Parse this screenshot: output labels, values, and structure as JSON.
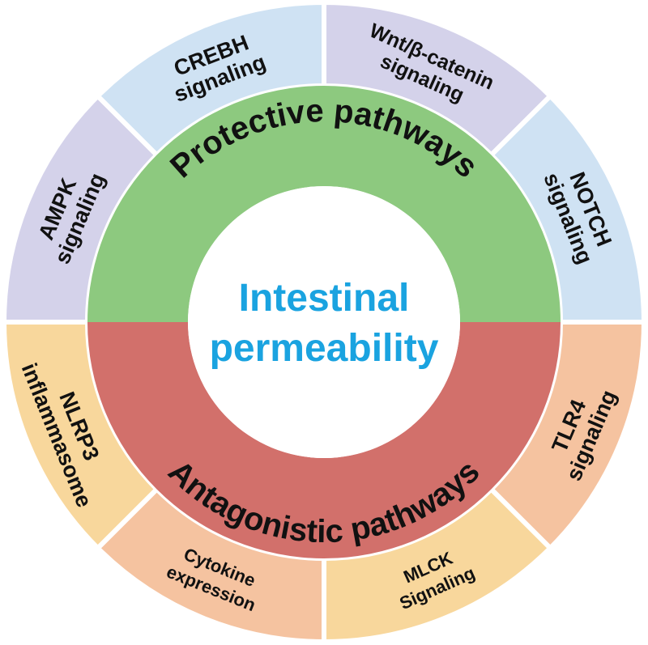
{
  "center": {
    "line1": "Intestinal",
    "line2": "permeability",
    "color": "#1aa3e0"
  },
  "rings": {
    "protective": {
      "label": "Protective pathways",
      "color": "#8dc97f"
    },
    "antagonistic": {
      "label": "Antagonistic pathways",
      "color": "#d2706b"
    }
  },
  "segments": [
    {
      "id": "ampk",
      "lines": [
        "AMPK",
        "signaling"
      ],
      "color": "#d4d2ea"
    },
    {
      "id": "crebh",
      "lines": [
        "CREBH",
        "signaling"
      ],
      "color": "#cfe2f3"
    },
    {
      "id": "wnt",
      "lines": [
        "Wnt/β-catenin",
        "signaling"
      ],
      "color": "#d4d2ea"
    },
    {
      "id": "notch",
      "lines": [
        "NOTCH",
        "signaling"
      ],
      "color": "#cfe2f3"
    },
    {
      "id": "tlr4",
      "lines": [
        "TLR4",
        "signaling"
      ],
      "color": "#f5c3a0"
    },
    {
      "id": "mlck",
      "lines": [
        "MLCK",
        "Signaling"
      ],
      "color": "#f8d79c"
    },
    {
      "id": "cytokine",
      "lines": [
        "Cytokine",
        "expression"
      ],
      "color": "#f5c3a0"
    },
    {
      "id": "nlrp3",
      "lines": [
        "NLRP3",
        "inflammasome"
      ],
      "color": "#f8d79c"
    }
  ]
}
